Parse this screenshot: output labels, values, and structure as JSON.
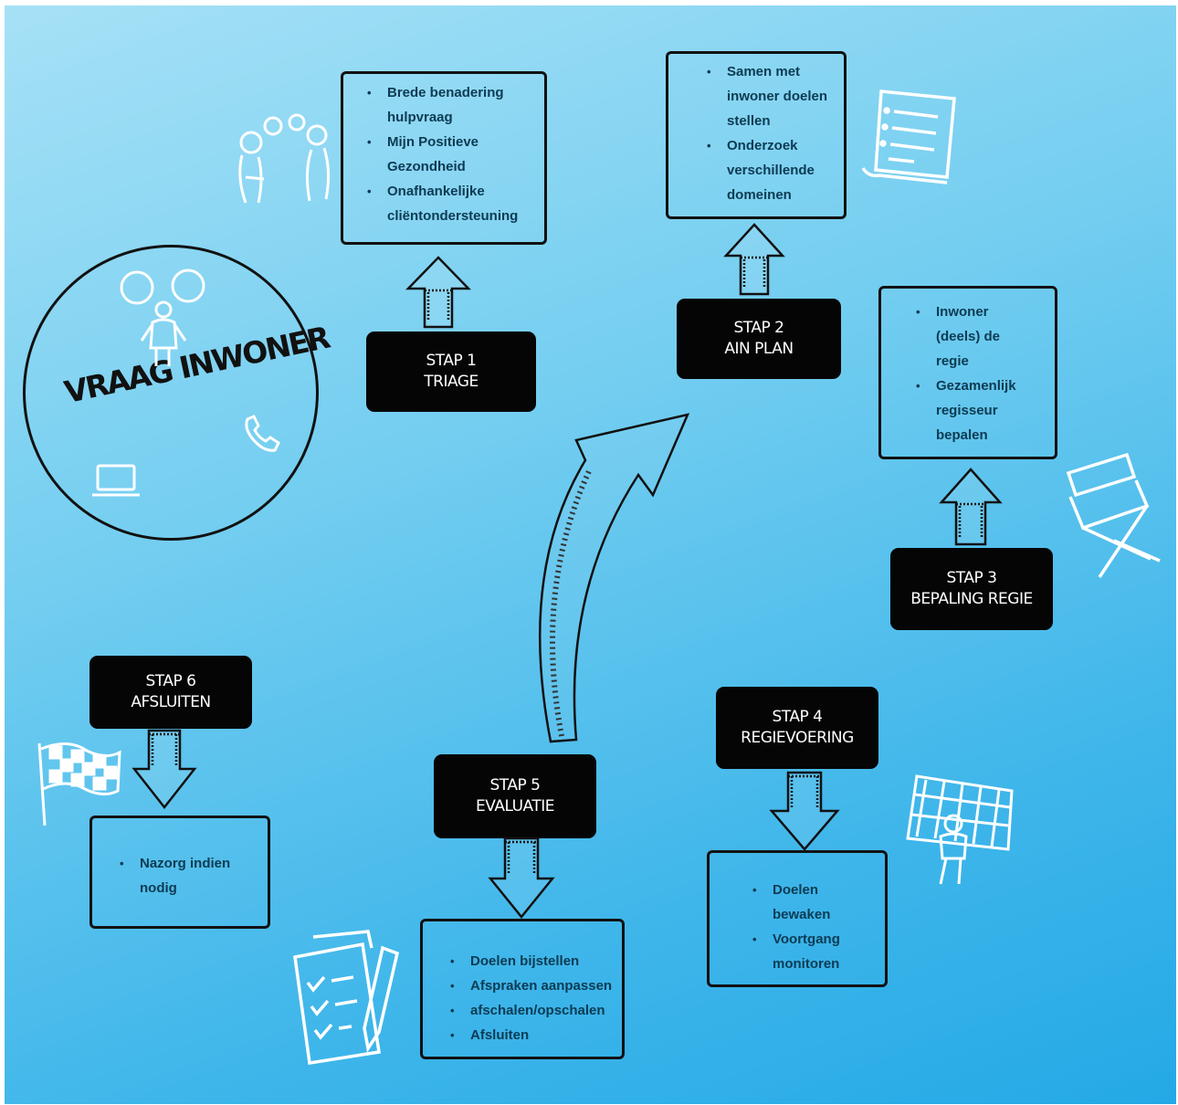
{
  "center": {
    "title": "VRAAG INWONER"
  },
  "steps": [
    {
      "line1": "STAP 1",
      "line2": "TRIAGE",
      "items": [
        "Brede benadering hulpvraag",
        "Mijn Positieve Gezondheid",
        "Onafhankelijke cliëntondersteuning"
      ]
    },
    {
      "line1": "STAP 2",
      "line2": "AIN PLAN",
      "items": [
        "Samen met inwoner doelen stellen",
        "Onderzoek verschillende domeinen"
      ]
    },
    {
      "line1": "STAP 3",
      "line2": "BEPALING REGIE",
      "items": [
        "Inwoner (deels) de regie",
        "Gezamenlijk regisseur bepalen"
      ]
    },
    {
      "line1": "STAP 4",
      "line2": "REGIEVOERING",
      "items": [
        "Doelen bewaken",
        "Voortgang monitoren"
      ]
    },
    {
      "line1": "STAP 5",
      "line2": "EVALUATIE",
      "items": [
        "Doelen bijstellen",
        "Afspraken aanpassen",
        "afschalen/opschalen",
        "Afsluiten"
      ]
    },
    {
      "line1": "STAP 6",
      "line2": "AFSLUITEN",
      "items": [
        "Nazorg indien nodig"
      ]
    }
  ],
  "colors": {
    "background_top": "#a6e1f6",
    "background_bottom": "#24a9e6",
    "step_fill": "#050505",
    "text": "#0d3b52"
  },
  "icons": [
    "conversation-icon",
    "person-thinking-icon",
    "phone-icon",
    "laptop-icon",
    "document-list-icon",
    "directors-chair-icon",
    "goalkeeper-icon",
    "checklist-icon",
    "checkered-flag-icon",
    "curved-arrow-icon"
  ]
}
